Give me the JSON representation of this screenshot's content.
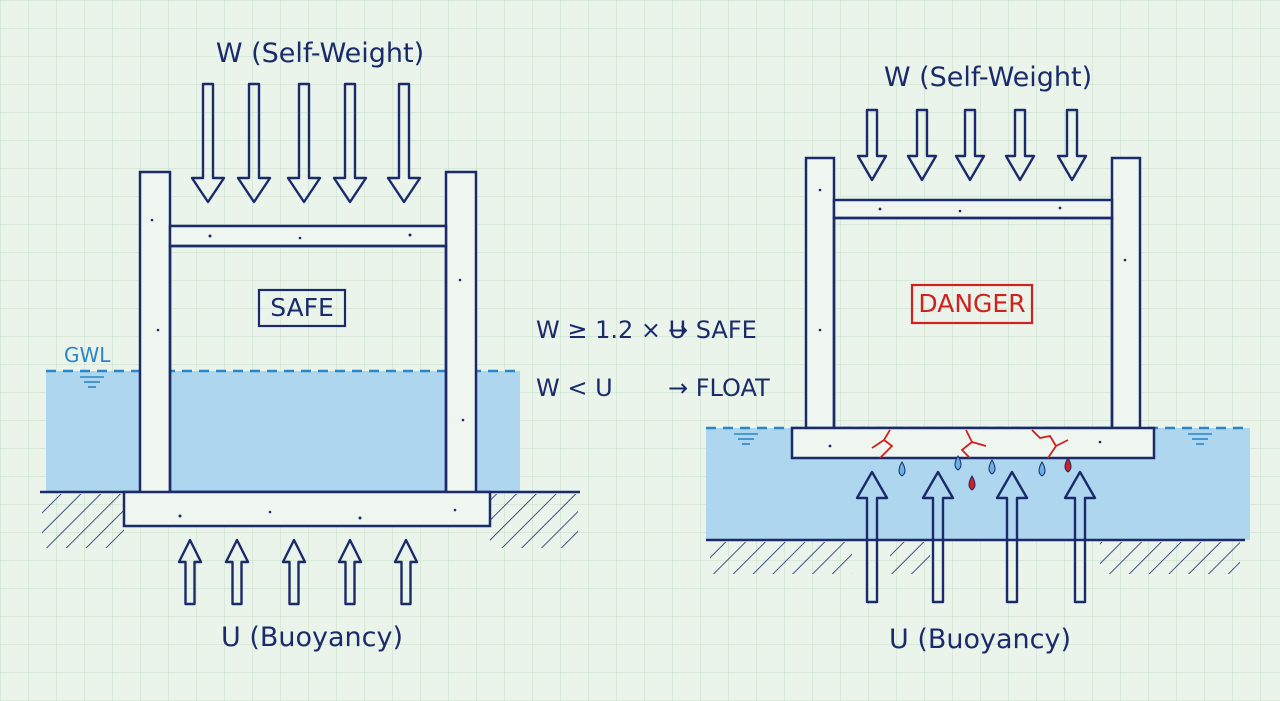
{
  "left": {
    "load_label": "W (Self-Weight)",
    "buoyancy_label": "U (Buoyancy)",
    "status": "SAFE",
    "water_level_label": "GWL"
  },
  "right": {
    "load_label": "W (Self-Weight)",
    "buoyancy_label": "U (Buoyancy)",
    "status": "DANGER"
  },
  "criteria": [
    {
      "condition": "W ≥ 1.2 × U",
      "result": "→ SAFE"
    },
    {
      "condition": "W < U",
      "result": "→ FLOAT"
    }
  ],
  "colors": {
    "background": "#eaf4ea",
    "grid": "#c5dcc8",
    "ink": "#1b2a6b",
    "water": "#a9d3ef",
    "danger": "#d02020",
    "gwl": "#2a86c8"
  }
}
